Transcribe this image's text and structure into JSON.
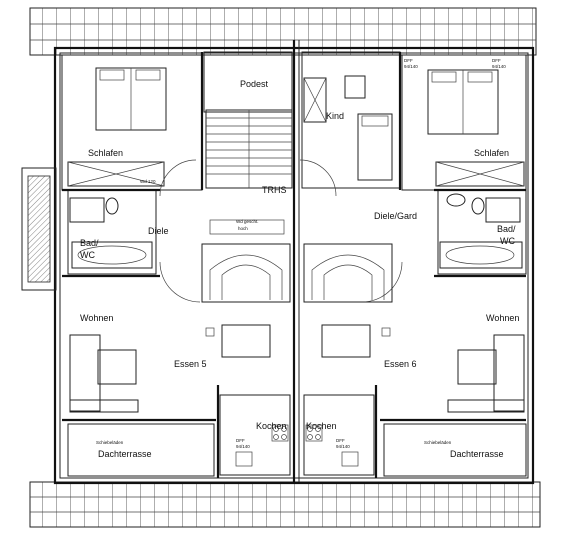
{
  "rooms": {
    "schlafen_left": "Schlafen",
    "schlafen_right": "Schlafen",
    "podest": "Podest",
    "kind": "Kind",
    "trhs": "TRHS",
    "diele_left": "Diele",
    "diele_gard": "Diele/Gard",
    "bad_wc_left_1": "Bad/",
    "bad_wc_left_2": "WC",
    "bad_wc_right_1": "Bad/",
    "bad_wc_right_2": "WC",
    "wohnen_left": "Wohnen",
    "wohnen_right": "Wohnen",
    "essen_left": "Essen 5",
    "essen_right": "Essen 6",
    "kochen_left": "Kochen",
    "kochen_right": "Kochen",
    "dachterrasse_left": "Dachterrasse",
    "dachterrasse_right": "Dachterrasse",
    "schiebe_left": "Schiebeläden",
    "schiebe_right": "Schiebeläden"
  },
  "small_labels": {
    "dfw_top_1": "DFF",
    "dfw_top_2": "94/140",
    "dfw_top_r1": "DFF",
    "dfw_top_r2": "94/140",
    "wand": "Wd gescht.",
    "wand2": "hoch",
    "wand_left": "Wd 120",
    "dff_kochen_l1": "DFF",
    "dff_kochen_l2": "94/140",
    "dff_kochen_r1": "DFF",
    "dff_kochen_r2": "94/140"
  }
}
